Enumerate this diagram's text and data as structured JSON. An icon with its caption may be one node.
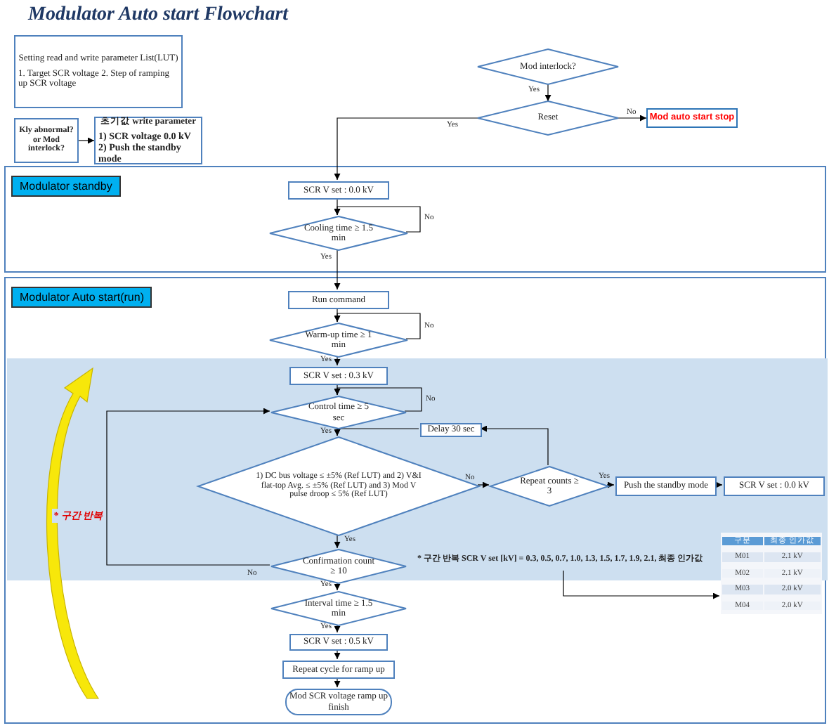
{
  "diagram": {
    "title": "Modulator Auto start Flowchart",
    "nodes": [
      {
        "text": [
          "Setting read and write parameter List(LUT)",
          "1. Target SCR voltage 2. Step of ramping up SCR voltage"
        ]
      },
      {
        "text": [
          "Kly abnormal? or Mod interlock?"
        ]
      },
      {
        "text": [
          "초기값 write parameter",
          "1) SCR voltage 0.0 kV 2) Push the standby mode"
        ]
      },
      {
        "text": [
          "Mod interlock?"
        ]
      },
      {
        "text": [
          "Reset"
        ]
      },
      {
        "text": [
          "Mod auto start stop"
        ]
      },
      {
        "text": [
          "Modulator standby"
        ]
      },
      {
        "text": [
          "SCR V set : 0.0 kV"
        ],
        "in": 6
      },
      {
        "text": [
          "Cooling time ≥ 1.5 min"
        ],
        "in": 6
      },
      {
        "text": [
          "Modulator Auto start(run)"
        ]
      },
      {
        "text": [
          "Run command"
        ],
        "in": 9
      },
      {
        "text": [
          "Warm-up time ≥ 1 min"
        ],
        "in": 9
      },
      {
        "text": [
          "SCR V set : 0.3 kV"
        ],
        "in": 9
      },
      {
        "text": [
          "Control time ≥ 5 sec"
        ],
        "in": 9
      },
      {
        "text": [
          "1) DC bus voltage ≤ ±5% (Ref LUT) and 2) V&I flat-top Avg. ≤ ±5% (Ref LUT) and 3) Mod V pulse droop ≤ 5% (Ref LUT)"
        ],
        "in": 9
      },
      {
        "text": [
          "Repeat counts ≥ 3"
        ],
        "in": 9
      },
      {
        "text": [
          "Delay 30 sec"
        ],
        "in": 9
      },
      {
        "text": [
          "Push the standby mode"
        ],
        "in": 9
      },
      {
        "text": [
          "SCR V set : 0.0 kV"
        ],
        "in": 9
      },
      {
        "text": [
          "Confirmation count ≥ 10"
        ],
        "in": 9
      },
      {
        "text": [
          "Interval time ≥ 1.5 min"
        ],
        "in": 9
      },
      {
        "text": [
          "SCR V set : 0.5 kV"
        ],
        "in": 9
      },
      {
        "text": [
          "Repeat cycle for ramp up"
        ],
        "in": 9
      },
      {
        "text": [
          "Mod SCR voltage ramp up finish"
        ],
        "in": 9
      },
      {
        "text": [
          "* 구간 반복 SCR V set [kV] = 0.3, 0.5, 0.7, 1.0, 1.3, 1.5, 1.7, 1.9, 2.1, 최종 인가값"
        ],
        "in": 9
      },
      {
        "text": [
          "구분",
          "최종 인가값",
          "M01",
          "2.1 kV",
          "M02",
          "2.1 kV",
          "M03",
          "2.0 kV",
          "M04",
          "2.0 kV"
        ],
        "in": 9
      }
    ],
    "edges": [
      {
        "from": 1,
        "to": 2,
        "arrow": "to"
      },
      {
        "from": 3,
        "to": 4,
        "arrow": "to",
        "label": "Yes"
      },
      {
        "from": 4,
        "to": 5,
        "arrow": "to",
        "label": "No"
      },
      {
        "from": 4,
        "to": 7,
        "arrow": "to",
        "label": "Yes"
      },
      {
        "from": 7,
        "to": 8,
        "arrow": "to"
      },
      {
        "from": 8,
        "to": 8,
        "arrow": "to",
        "label": "No"
      },
      {
        "from": 8,
        "to": 10,
        "arrow": "to",
        "label": "Yes"
      },
      {
        "from": 10,
        "to": 11,
        "arrow": "to"
      },
      {
        "from": 11,
        "to": 11,
        "arrow": "to",
        "label": "No"
      },
      {
        "from": 11,
        "to": 12,
        "arrow": "to",
        "label": "Yes"
      },
      {
        "from": 12,
        "to": 13,
        "arrow": "to"
      },
      {
        "from": 13,
        "to": 13,
        "arrow": "to",
        "label": "No"
      },
      {
        "from": 13,
        "to": 14,
        "arrow": "to",
        "label": "Yes"
      },
      {
        "from": 14,
        "to": 15,
        "arrow": "to",
        "label": "No"
      },
      {
        "from": 15,
        "to": 16,
        "arrow": "to"
      },
      {
        "from": 16,
        "to": 14,
        "arrow": "to"
      },
      {
        "from": 15,
        "to": 17,
        "arrow": "to",
        "label": "Yes"
      },
      {
        "from": 17,
        "to": 18,
        "arrow": "to"
      },
      {
        "from": 14,
        "to": 19,
        "arrow": "to",
        "label": "Yes"
      },
      {
        "from": 19,
        "to": 13,
        "arrow": "to",
        "label": "No"
      },
      {
        "from": 19,
        "to": 20,
        "arrow": "to",
        "label": "Yes"
      },
      {
        "from": 20,
        "to": 21,
        "arrow": "to",
        "label": "Yes"
      },
      {
        "from": 21,
        "to": 22,
        "arrow": "to"
      },
      {
        "from": 22,
        "to": 23,
        "arrow": "to"
      },
      {
        "from": 24,
        "to": 25,
        "arrow": "to"
      }
    ],
    "labels": [
      "* 구간 반복"
    ]
  }
}
